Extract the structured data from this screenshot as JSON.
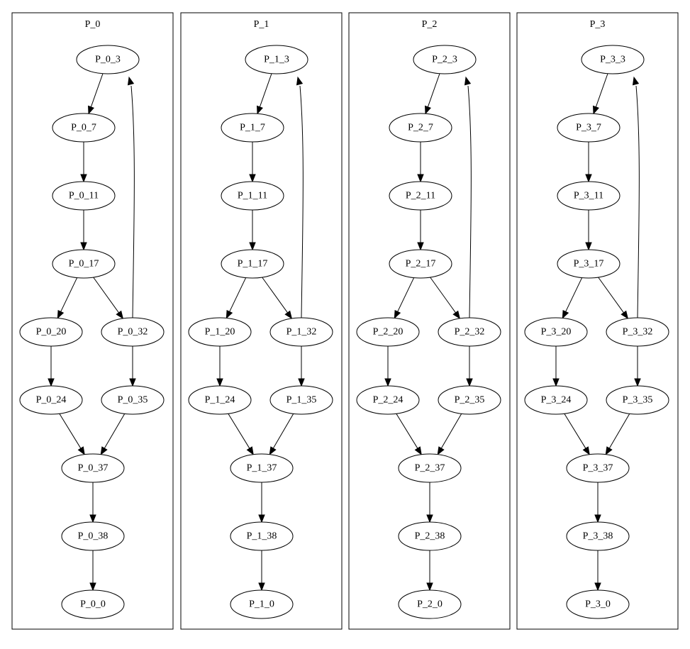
{
  "clusters": [
    {
      "label": "P_0",
      "nodes": {
        "n3": "P_0_3",
        "n7": "P_0_7",
        "n11": "P_0_11",
        "n17": "P_0_17",
        "n20": "P_0_20",
        "n32": "P_0_32",
        "n24": "P_0_24",
        "n35": "P_0_35",
        "n37": "P_0_37",
        "n38": "P_0_38",
        "n0": "P_0_0"
      }
    },
    {
      "label": "P_1",
      "nodes": {
        "n3": "P_1_3",
        "n7": "P_1_7",
        "n11": "P_1_11",
        "n17": "P_1_17",
        "n20": "P_1_20",
        "n32": "P_1_32",
        "n24": "P_1_24",
        "n35": "P_1_35",
        "n37": "P_1_37",
        "n38": "P_1_38",
        "n0": "P_1_0"
      }
    },
    {
      "label": "P_2",
      "nodes": {
        "n3": "P_2_3",
        "n7": "P_2_7",
        "n11": "P_2_11",
        "n17": "P_2_17",
        "n20": "P_2_20",
        "n32": "P_2_32",
        "n24": "P_2_24",
        "n35": "P_2_35",
        "n37": "P_2_37",
        "n38": "P_2_38",
        "n0": "P_2_0"
      }
    },
    {
      "label": "P_3",
      "nodes": {
        "n3": "P_3_3",
        "n7": "P_3_7",
        "n11": "P_3_11",
        "n17": "P_3_17",
        "n20": "P_3_20",
        "n32": "P_3_32",
        "n24": "P_3_24",
        "n35": "P_3_35",
        "n37": "P_3_37",
        "n38": "P_3_38",
        "n0": "P_3_0"
      }
    }
  ],
  "edges": [
    [
      "n3",
      "n7"
    ],
    [
      "n7",
      "n11"
    ],
    [
      "n11",
      "n17"
    ],
    [
      "n17",
      "n20"
    ],
    [
      "n17",
      "n32"
    ],
    [
      "n32",
      "n3"
    ],
    [
      "n20",
      "n24"
    ],
    [
      "n32",
      "n35"
    ],
    [
      "n24",
      "n37"
    ],
    [
      "n35",
      "n37"
    ],
    [
      "n37",
      "n38"
    ],
    [
      "n38",
      "n0"
    ]
  ]
}
